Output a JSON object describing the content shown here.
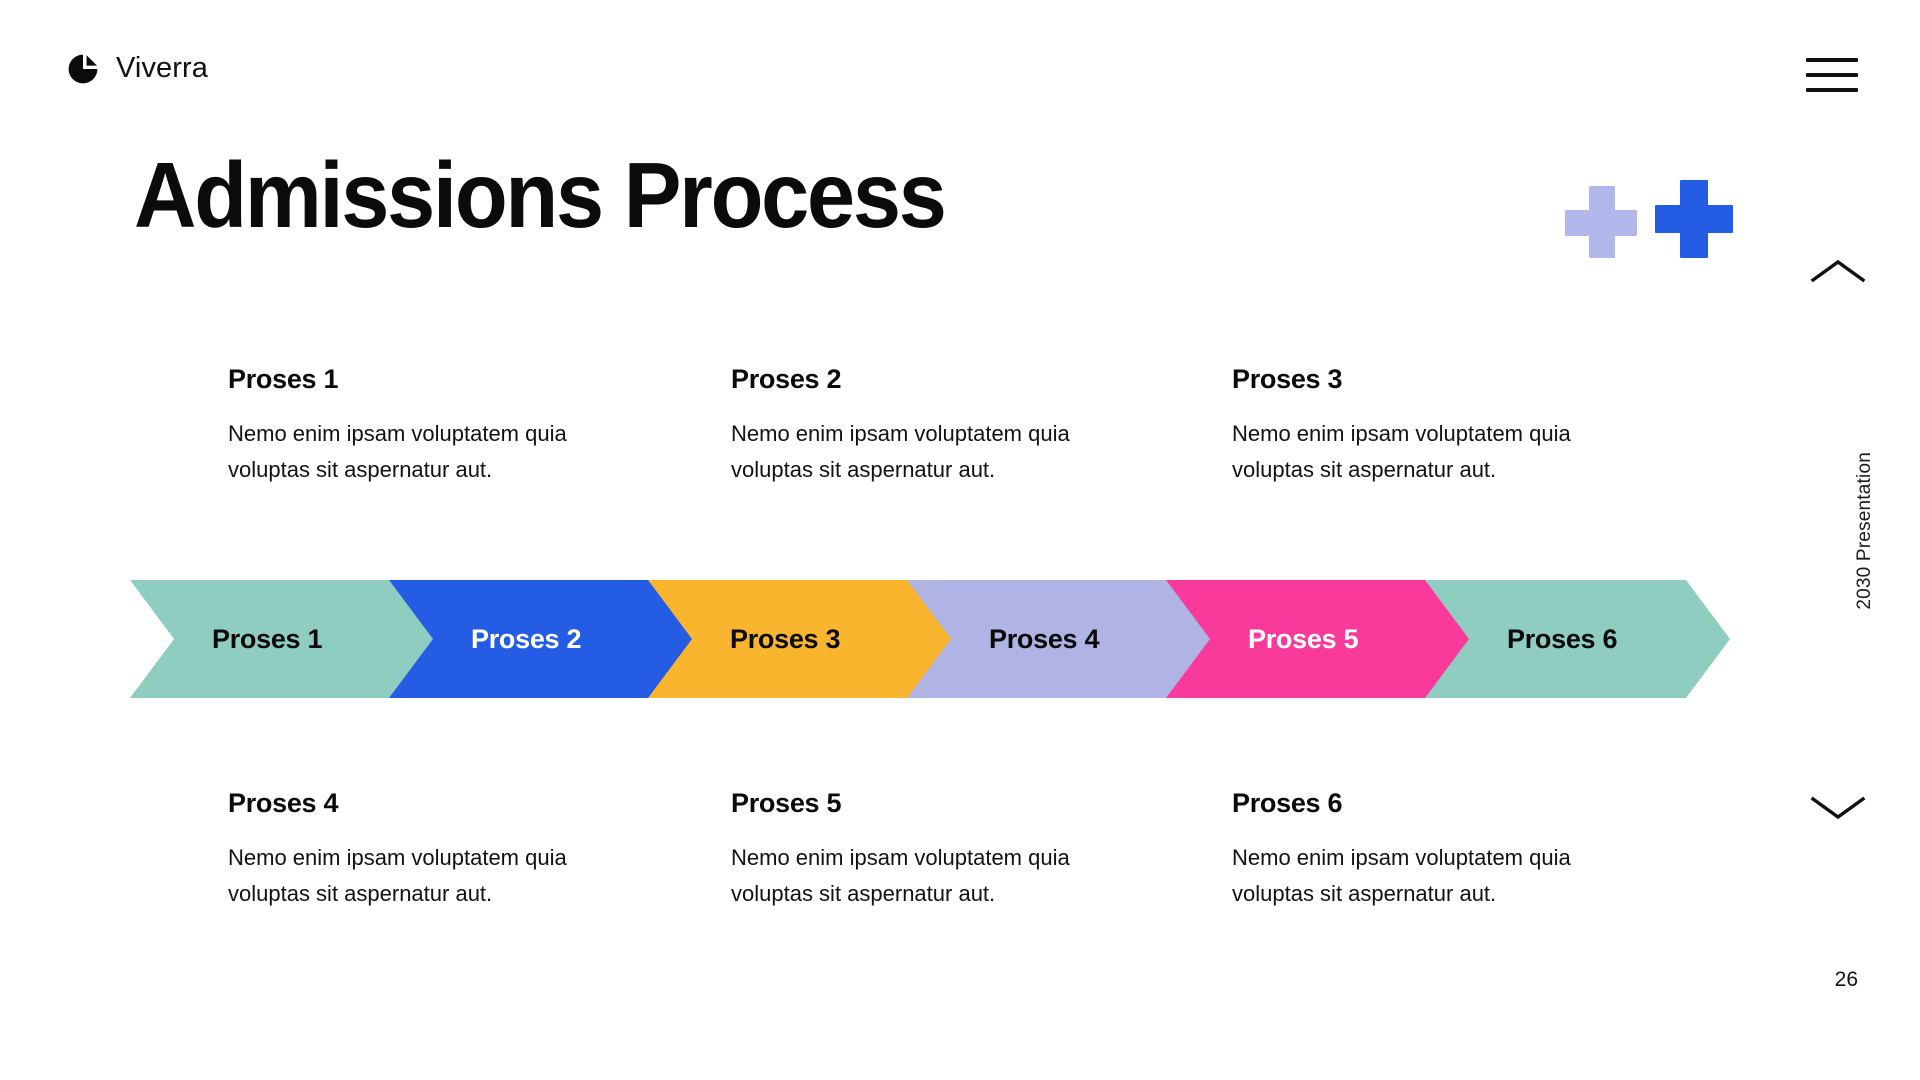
{
  "header": {
    "logo_icon": "pie-chart-icon",
    "brand_name": "Viverra",
    "menu_icon": "hamburger-menu-icon"
  },
  "title": "Admissions Process",
  "decor": {
    "plus_light_color": "#b3b8ec",
    "plus_blue_color": "#255ce4",
    "plus_light_icon": "plus-icon",
    "plus_blue_icon": "plus-icon"
  },
  "rail": {
    "up_icon": "chevron-up-icon",
    "down_icon": "chevron-down-icon",
    "label": "2030 Presentation",
    "page_number": "26"
  },
  "body_text": "Nemo enim ipsam voluptatem quia voluptas sit aspernatur aut.",
  "descriptions": [
    {
      "heading": "Proses 1",
      "body": "Nemo enim ipsam voluptatem quia voluptas sit aspernatur aut."
    },
    {
      "heading": "Proses 2",
      "body": "Nemo enim ipsam voluptatem quia voluptas sit aspernatur aut."
    },
    {
      "heading": "Proses 3",
      "body": "Nemo enim ipsam voluptatem quia voluptas sit aspernatur aut."
    },
    {
      "heading": "Proses 4",
      "body": "Nemo enim ipsam voluptatem quia voluptas sit aspernatur aut."
    },
    {
      "heading": "Proses 5",
      "body": "Nemo enim ipsam voluptatem quia voluptas sit aspernatur aut."
    },
    {
      "heading": "Proses 6",
      "body": "Nemo enim ipsam voluptatem quia voluptas sit aspernatur aut."
    }
  ],
  "process_steps": [
    {
      "label": "Proses 1",
      "fill": "#8ecdc0",
      "text_color": "#0b0b0b"
    },
    {
      "label": "Proses 2",
      "fill": "#255ce4",
      "text_color": "#ffffff"
    },
    {
      "label": "Proses 3",
      "fill": "#fab52e",
      "text_color": "#0b0b0b"
    },
    {
      "label": "Proses 4",
      "fill": "#b0b4e5",
      "text_color": "#0b0b0b"
    },
    {
      "label": "Proses 5",
      "fill": "#f93a9b",
      "text_color": "#ffffff"
    },
    {
      "label": "Proses 6",
      "fill": "#8ecdc0",
      "text_color": "#0b0b0b"
    }
  ]
}
